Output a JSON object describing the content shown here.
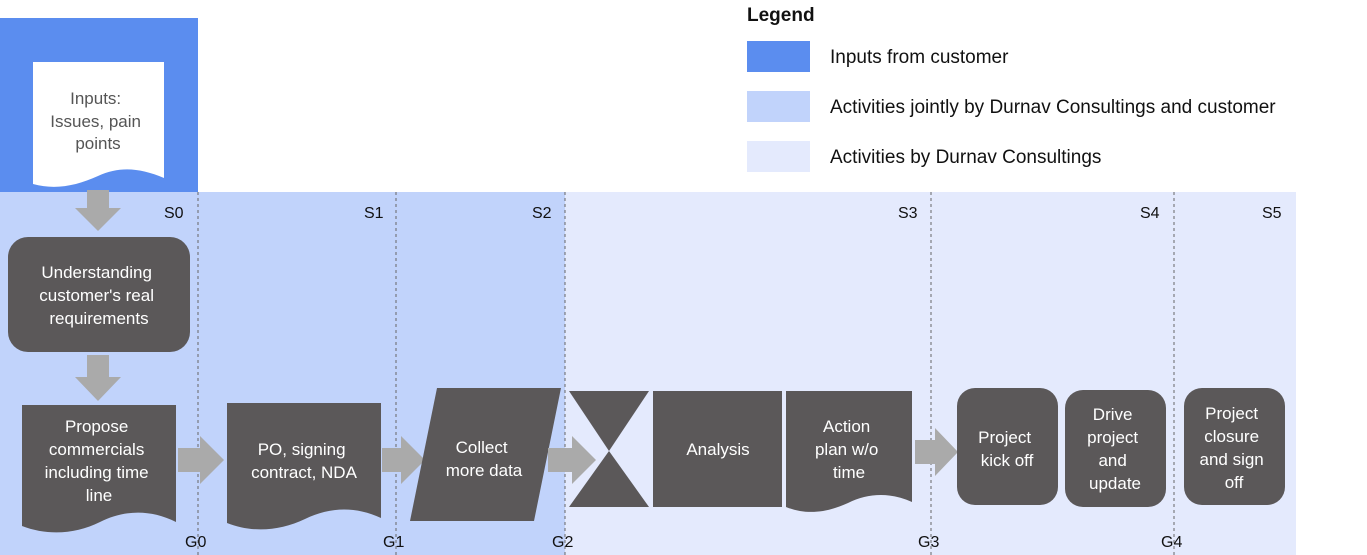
{
  "colors": {
    "customer": "#5b8def",
    "joint": "#c1d3fb",
    "durnav": "#e4eafd",
    "box": "#5b5859",
    "arrow": "#aaaaaa"
  },
  "legend": {
    "title": "Legend",
    "items": [
      {
        "key": "customer",
        "label": "Inputs from customer"
      },
      {
        "key": "joint",
        "label": "Activities jointly by Durnav Consultings and customer"
      },
      {
        "key": "durnav",
        "label": "Activities by Durnav Consultings"
      }
    ]
  },
  "stages": [
    "S0",
    "S1",
    "S2",
    "S3",
    "S4",
    "S5"
  ],
  "gates": [
    "G0",
    "G1",
    "G2",
    "G3",
    "G4"
  ],
  "input_doc": {
    "lines": [
      "Inputs:",
      "Issues, pain",
      "points"
    ]
  },
  "steps": {
    "understand": [
      "Understanding",
      "customer's real",
      "requirements"
    ],
    "propose": [
      "Propose",
      "commercials",
      "including time",
      "line"
    ],
    "po": [
      "PO, signing",
      "contract, NDA"
    ],
    "collect": [
      "Collect",
      "more data"
    ],
    "analysis": [
      "Analysis"
    ],
    "action": [
      "Action",
      "plan w/o",
      "time"
    ],
    "kickoff": [
      "Project",
      "kick off"
    ],
    "drive": [
      "Drive",
      "project",
      "and",
      "update"
    ],
    "closure": [
      "Project",
      "closure",
      "and sign",
      "off"
    ]
  }
}
